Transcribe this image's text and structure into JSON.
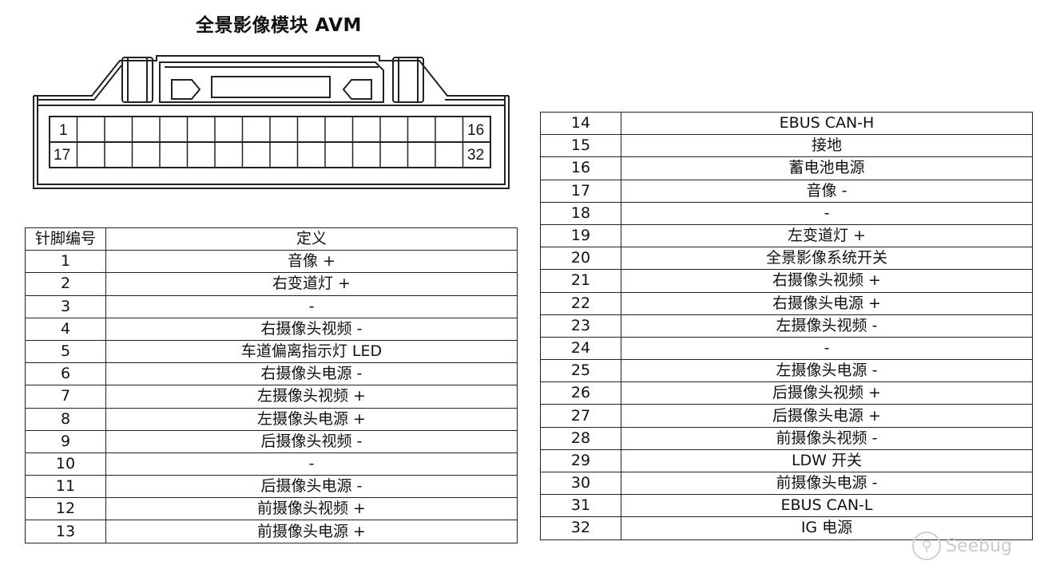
{
  "title": "全景影像模块 AVM",
  "connector": {
    "labels": {
      "top_left": "1",
      "top_right": "16",
      "bottom_left": "17",
      "bottom_right": "32"
    }
  },
  "table_headers": {
    "pin": "针脚编号",
    "definition": "定义"
  },
  "pins_left": [
    {
      "pin": "1",
      "def": "音像 +"
    },
    {
      "pin": "2",
      "def": "右变道灯 +"
    },
    {
      "pin": "3",
      "def": "-"
    },
    {
      "pin": "4",
      "def": "右摄像头视频 -"
    },
    {
      "pin": "5",
      "def": "车道偏离指示灯 LED"
    },
    {
      "pin": "6",
      "def": "右摄像头电源 -"
    },
    {
      "pin": "7",
      "def": "左摄像头视频 +"
    },
    {
      "pin": "8",
      "def": "左摄像头电源 +"
    },
    {
      "pin": "9",
      "def": "后摄像头视频 -"
    },
    {
      "pin": "10",
      "def": "-"
    },
    {
      "pin": "11",
      "def": "后摄像头电源 -"
    },
    {
      "pin": "12",
      "def": "前摄像头视频 +"
    },
    {
      "pin": "13",
      "def": "前摄像头电源 +"
    }
  ],
  "pins_right": [
    {
      "pin": "14",
      "def": "EBUS CAN-H"
    },
    {
      "pin": "15",
      "def": "接地"
    },
    {
      "pin": "16",
      "def": "蓄电池电源"
    },
    {
      "pin": "17",
      "def": "音像 -"
    },
    {
      "pin": "18",
      "def": "-"
    },
    {
      "pin": "19",
      "def": "左变道灯 +"
    },
    {
      "pin": "20",
      "def": "全景影像系统开关"
    },
    {
      "pin": "21",
      "def": "右摄像头视频 +"
    },
    {
      "pin": "22",
      "def": "右摄像头电源 +"
    },
    {
      "pin": "23",
      "def": "左摄像头视频 -"
    },
    {
      "pin": "24",
      "def": "-"
    },
    {
      "pin": "25",
      "def": "左摄像头电源 -"
    },
    {
      "pin": "26",
      "def": "后摄像头视频 +"
    },
    {
      "pin": "27",
      "def": "后摄像头电源 +"
    },
    {
      "pin": "28",
      "def": "前摄像头视频 -"
    },
    {
      "pin": "29",
      "def": "LDW 开关"
    },
    {
      "pin": "30",
      "def": "前摄像头电源 -"
    },
    {
      "pin": "31",
      "def": "EBUS CAN-L"
    },
    {
      "pin": "32",
      "def": "IG 电源"
    }
  ],
  "watermark": {
    "icon": "seebug-logo-icon",
    "text": "Seebug"
  }
}
